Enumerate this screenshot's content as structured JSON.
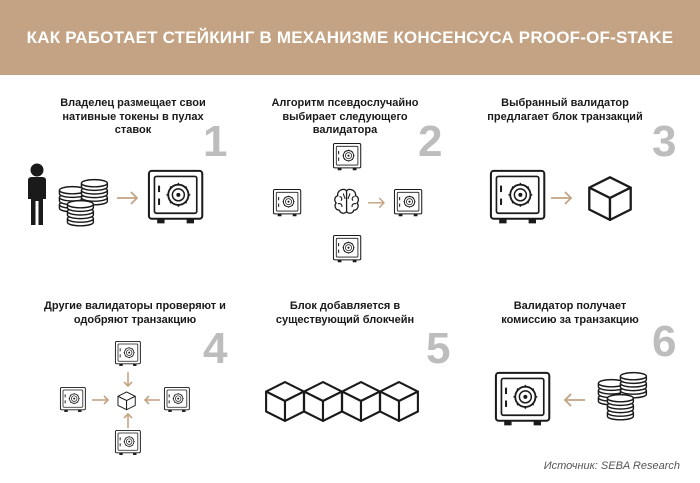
{
  "header": {
    "title": "КАК РАБОТАЕТ СТЕЙКИНГ В МЕХАНИЗМЕ КОНСЕНСУСА PROOF-OF-STAKE"
  },
  "steps": [
    {
      "number": "1",
      "text": "Владелец размещает свои нативные токены в пулах ставок"
    },
    {
      "number": "2",
      "text": "Алгоритм псевдослучайно выбирает следующего валидатора"
    },
    {
      "number": "3",
      "text": "Выбранный валидатор предлагает блок транзакций"
    },
    {
      "number": "4",
      "text": "Другие валидаторы проверяют и одобряют транзакцию"
    },
    {
      "number": "5",
      "text": "Блок добавляется в существующий блокчейн"
    },
    {
      "number": "6",
      "text": "Валидатор получает комиссию за транзакцию"
    }
  ],
  "source": "Источник: SEBA Research",
  "colors": {
    "header_bg": "#c3a383",
    "accent_arrow": "#c3a383",
    "number_gray": "#bdbdbd",
    "icon_stroke": "#1a1a1a"
  }
}
